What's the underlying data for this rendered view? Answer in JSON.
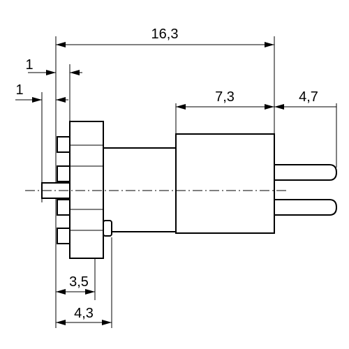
{
  "dimensions": {
    "overall_length": "16,3",
    "pin_length": "4,7",
    "rear_body_length": "7,3",
    "flange_offset_top": "1",
    "flange_offset_left": "1",
    "front_depth_short": "3,5",
    "front_depth_long": "4,3"
  }
}
